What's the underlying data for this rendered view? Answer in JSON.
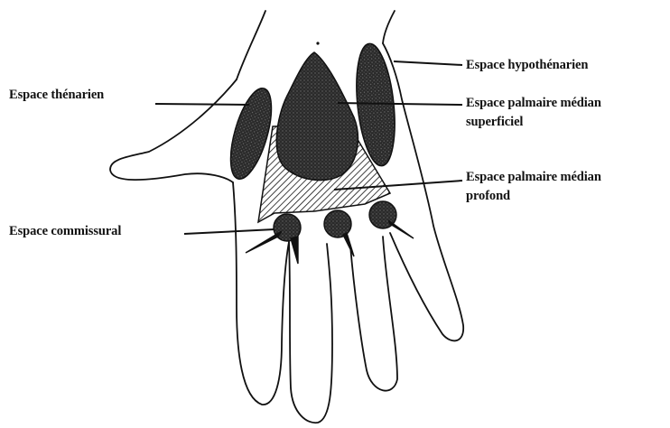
{
  "labels": {
    "thenarien": "Espace thénarien",
    "hypothenarien": "Espace hypothénarien",
    "palmaire_superficiel_line1": "Espace palmaire médian",
    "palmaire_superficiel_line2": "superficiel",
    "palmaire_profond_line1": "Espace palmaire médian",
    "palmaire_profond_line2": "profond",
    "commissural": "Espace commissural"
  },
  "colors": {
    "ink": "#111111",
    "dark_fill": "#2a2a2a",
    "background": "#ffffff"
  }
}
